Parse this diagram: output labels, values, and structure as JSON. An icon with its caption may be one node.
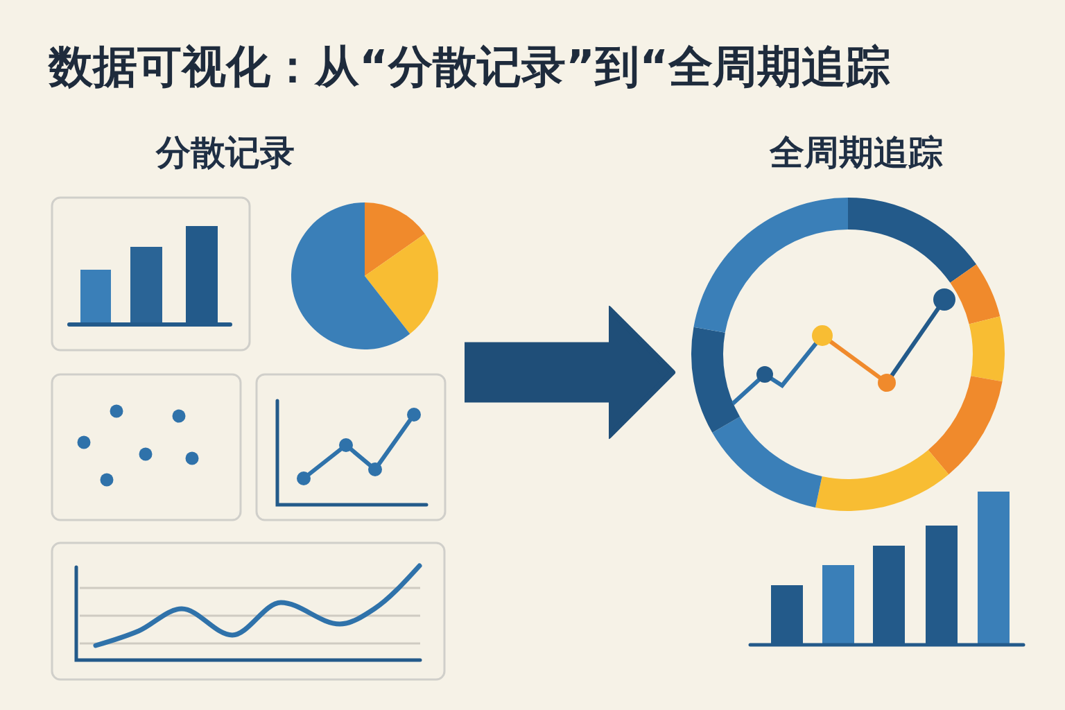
{
  "diagram": {
    "title": "数据可视化：从“分散记录”到“全周期追踪",
    "nodes": [
      {
        "text": [
          "分散记录"
        ]
      },
      {
        "text": [
          "全周期追踪"
        ]
      }
    ],
    "edges": [
      {
        "from": 0,
        "to": 1,
        "arrow": "to"
      }
    ]
  }
}
